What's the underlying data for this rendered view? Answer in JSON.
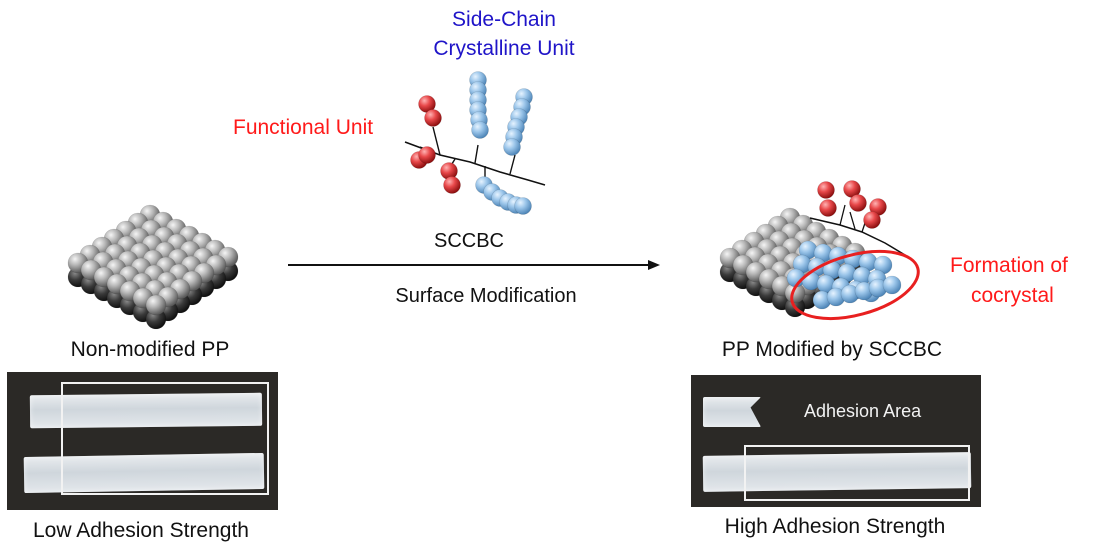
{
  "labels": {
    "side_chain_line1": "Side-Chain",
    "side_chain_line2": "Crystalline Unit",
    "functional_unit": "Functional Unit",
    "sccbc": "SCCBC",
    "surface_modification": "Surface Modification",
    "non_modified_pp": "Non-modified PP",
    "pp_modified": "PP Modified by SCCBC",
    "formation_line1": "Formation of",
    "formation_line2": "cocrystal",
    "adhesion_area": "Adhesion Area",
    "low_adhesion": "Low Adhesion Strength",
    "high_adhesion": "High Adhesion Strength"
  },
  "colors": {
    "crystalline_unit": "#1f14c8",
    "functional_unit": "#ff1a1a",
    "red_sphere": "#e8484a",
    "blue_sphere": "#9cc6ea",
    "gray_sphere": "#a7a7a7",
    "dark_sphere": "#3a3a3a"
  }
}
